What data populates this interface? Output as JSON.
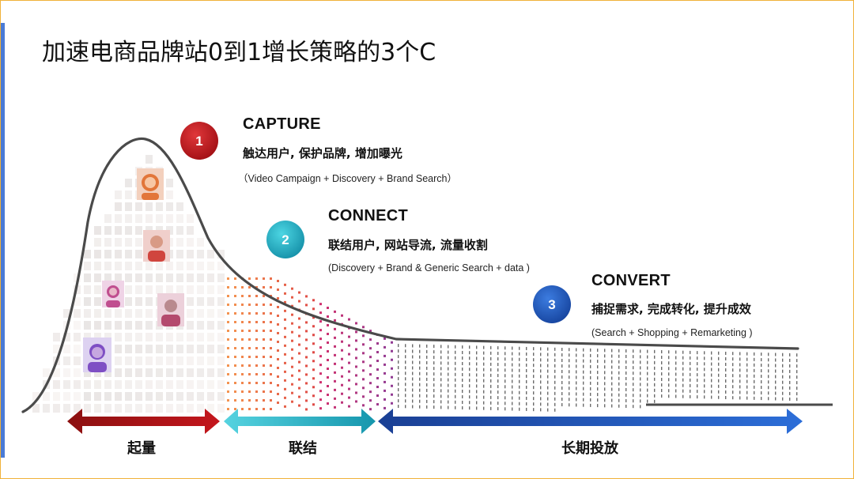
{
  "title": "加速电商品牌站0到1增长策略的3个C",
  "colors": {
    "accent": "#4a7bd6",
    "step1": "#c4161c",
    "step2": "#1aa8c0",
    "step3": "#1d56b6",
    "curve": "#4a4a4a"
  },
  "steps": [
    {
      "number": "1",
      "heading": "CAPTURE",
      "subtitle": "触达用户, 保护品牌, 增加曝光",
      "note": "（Video Campaign + Discovery + Brand Search）"
    },
    {
      "number": "2",
      "heading": "CONNECT",
      "subtitle": "联结用户, 网站导流, 流量收割",
      "note": "(Discovery + Brand & Generic Search + data )"
    },
    {
      "number": "3",
      "heading": "CONVERT",
      "subtitle": "捕捉需求, 完成转化, 提升成效",
      "note": "(Search + Shopping + Remarketing )"
    }
  ],
  "phases": [
    {
      "label": "起量",
      "icon": "red-double-arrow-icon"
    },
    {
      "label": "联结",
      "icon": "teal-double-arrow-icon"
    },
    {
      "label": "长期投放",
      "icon": "blue-double-arrow-icon"
    }
  ],
  "portraits": [
    {
      "icon": "person-portrait-icon",
      "color": "#e2763a"
    },
    {
      "icon": "person-portrait-icon",
      "color": "#d0453e"
    },
    {
      "icon": "person-portrait-icon",
      "color": "#c04e8f"
    },
    {
      "icon": "person-portrait-icon",
      "color": "#b44a6e"
    },
    {
      "icon": "person-portrait-icon",
      "color": "#7e4fc4"
    }
  ]
}
